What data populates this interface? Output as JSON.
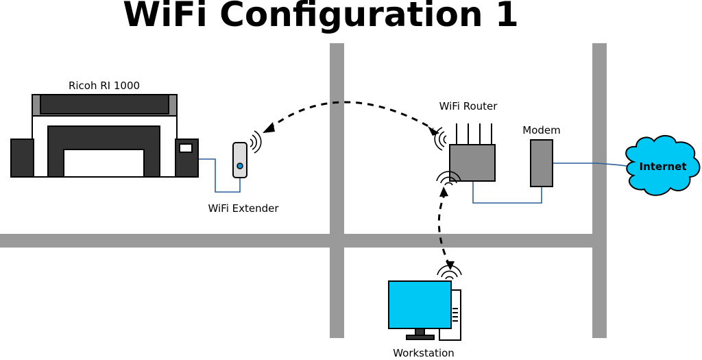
{
  "title": "WiFi Configuration 1",
  "devices": {
    "printer": "Ricoh RI 1000",
    "extender": "WiFi Extender",
    "router": "WiFi Router",
    "modem": "Modem",
    "internet": "Internet",
    "workstation": "Workstation"
  },
  "colors": {
    "wall": "#9a9a9a",
    "device_dark": "#333333",
    "device_mid": "#8c8c8c",
    "cloud": "#00c8f5",
    "screen": "#00c8f5",
    "cable": "#2a5e9a"
  }
}
